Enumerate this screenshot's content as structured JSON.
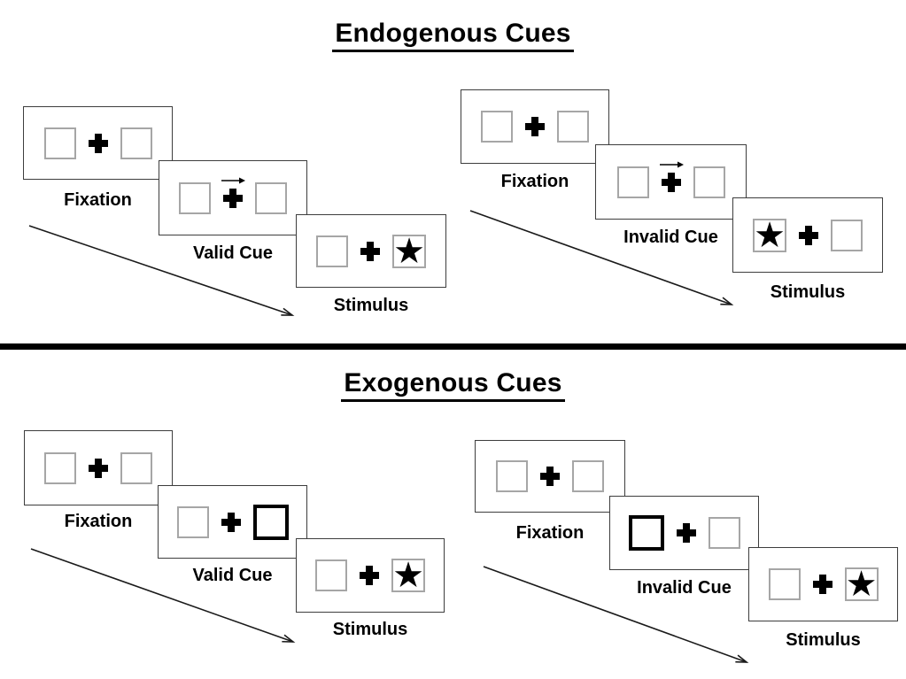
{
  "diagram": {
    "type": "posner-cueing-task",
    "sections": [
      {
        "title": "Endogenous Cues",
        "trials": [
          {
            "name": "endogenous-valid",
            "frames": [
              {
                "label": "Fixation",
                "left_box": "empty",
                "right_box": "empty",
                "cue": "none"
              },
              {
                "label": "Valid Cue",
                "left_box": "empty",
                "right_box": "empty",
                "cue": "arrow-right-above-cross"
              },
              {
                "label": "Stimulus",
                "left_box": "empty",
                "right_box": "star",
                "cue": "none"
              }
            ]
          },
          {
            "name": "endogenous-invalid",
            "frames": [
              {
                "label": "Fixation",
                "left_box": "empty",
                "right_box": "empty",
                "cue": "none"
              },
              {
                "label": "Invalid Cue",
                "left_box": "empty",
                "right_box": "empty",
                "cue": "arrow-right-above-cross"
              },
              {
                "label": "Stimulus",
                "left_box": "star",
                "right_box": "empty",
                "cue": "none"
              }
            ]
          }
        ]
      },
      {
        "title": "Exogenous Cues",
        "trials": [
          {
            "name": "exogenous-valid",
            "frames": [
              {
                "label": "Fixation",
                "left_box": "empty",
                "right_box": "empty",
                "cue": "none"
              },
              {
                "label": "Valid Cue",
                "left_box": "empty",
                "right_box": "thick-outline",
                "cue": "brightened-box"
              },
              {
                "label": "Stimulus",
                "left_box": "empty",
                "right_box": "star",
                "cue": "none"
              }
            ]
          },
          {
            "name": "exogenous-invalid",
            "frames": [
              {
                "label": "Fixation",
                "left_box": "empty",
                "right_box": "empty",
                "cue": "none"
              },
              {
                "label": "Invalid Cue",
                "left_box": "thick-outline",
                "right_box": "empty",
                "cue": "brightened-box"
              },
              {
                "label": "Stimulus",
                "left_box": "empty",
                "right_box": "star",
                "cue": "none"
              }
            ]
          }
        ]
      }
    ]
  },
  "sections": [
    {
      "title": "Endogenous Cues",
      "trials": [
        {
          "frames": [
            {
              "label": "Fixation"
            },
            {
              "label": "Valid Cue"
            },
            {
              "label": "Stimulus"
            }
          ]
        },
        {
          "frames": [
            {
              "label": "Fixation"
            },
            {
              "label": "Invalid Cue"
            },
            {
              "label": "Stimulus"
            }
          ]
        }
      ]
    },
    {
      "title": "Exogenous Cues",
      "trials": [
        {
          "frames": [
            {
              "label": "Fixation"
            },
            {
              "label": "Valid Cue"
            },
            {
              "label": "Stimulus"
            }
          ]
        },
        {
          "frames": [
            {
              "label": "Fixation"
            },
            {
              "label": "Invalid Cue"
            },
            {
              "label": "Stimulus"
            }
          ]
        }
      ]
    }
  ],
  "icons": {
    "star_glyph": "★",
    "fixation_cross": "heavy-plus-cross",
    "cue_arrow": "thin-right-arrow",
    "timeline_arrow": "diagonal-open-head-arrow"
  },
  "colors": {
    "background": "#ffffff",
    "ink": "#000000",
    "panel_border": "#3d3d3d",
    "square_border": "#a6a6a6"
  }
}
